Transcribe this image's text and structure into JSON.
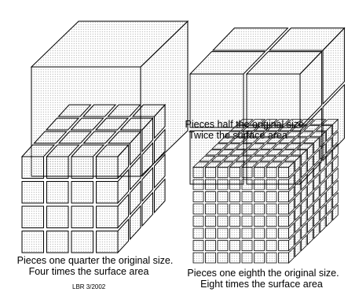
{
  "panels": [
    {
      "id": "whole",
      "divisions": 1,
      "caption_line1": "",
      "caption_line2": ""
    },
    {
      "id": "half",
      "divisions": 2,
      "caption_line1": "Pieces half the original size.",
      "caption_line2": "Twice the surface area"
    },
    {
      "id": "quarter",
      "divisions": 4,
      "caption_line1": "Pieces one quarter the original size.",
      "caption_line2": "Four times the surface area"
    },
    {
      "id": "eighth",
      "divisions": 8,
      "caption_line1": "Pieces one eighth the original size.",
      "caption_line2": "Eight times the surface area"
    }
  ],
  "credit": "LBR 3/2002",
  "colors": {
    "line": "#000000",
    "dots": "#8a8a8a",
    "background": "#ffffff"
  }
}
